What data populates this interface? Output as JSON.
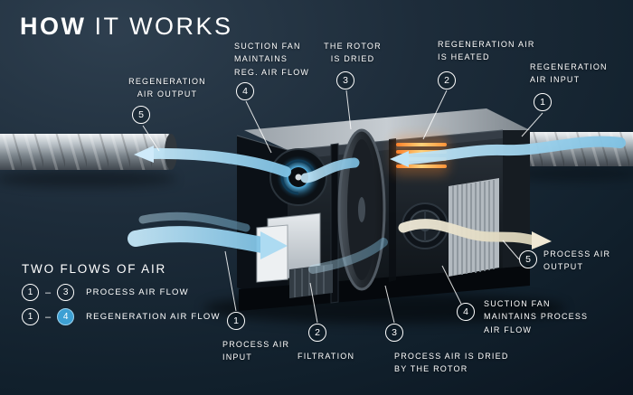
{
  "title": {
    "bold": "HOW",
    "rest": "IT WORKS"
  },
  "callouts": [
    {
      "num": "5",
      "label": "REGENERATION\nAIR OUTPUT"
    },
    {
      "num": "4",
      "label": "SUCTION FAN\nMAINTAINS\nREG. AIR FLOW"
    },
    {
      "num": "3",
      "label": "THE ROTOR\nIS DRIED"
    },
    {
      "num": "2",
      "label": "REGENERATION AIR\nIS HEATED"
    },
    {
      "num": "1",
      "label": "REGENERATION\nAIR INPUT"
    },
    {
      "num": "1",
      "label": "PROCESS AIR\nINPUT"
    },
    {
      "num": "2",
      "label": "FILTRATION"
    },
    {
      "num": "3",
      "label": "PROCESS AIR IS DRIED\nBY THE ROTOR"
    },
    {
      "num": "4",
      "label": "SUCTION FAN\nMAINTAINS PROCESS\nAIR FLOW"
    },
    {
      "num": "5",
      "label": "PROCESS AIR\nOUTPUT"
    }
  ],
  "legend": {
    "title": "TWO FLOWS OF AIR",
    "separator": "–",
    "rows": [
      {
        "from": "1",
        "to": "3",
        "label": "PROCESS AIR FLOW"
      },
      {
        "from": "1",
        "to": "4",
        "label": "REGENERATION AIR FLOW"
      }
    ]
  },
  "colors": {
    "background": "#15222f",
    "flow_blue": "#8fcbe8",
    "heater_orange": "#ff9a3d",
    "process_output_cream": "#efe7cf",
    "text": "#ffffff",
    "legend_regen_badge": "#3da0d4"
  }
}
